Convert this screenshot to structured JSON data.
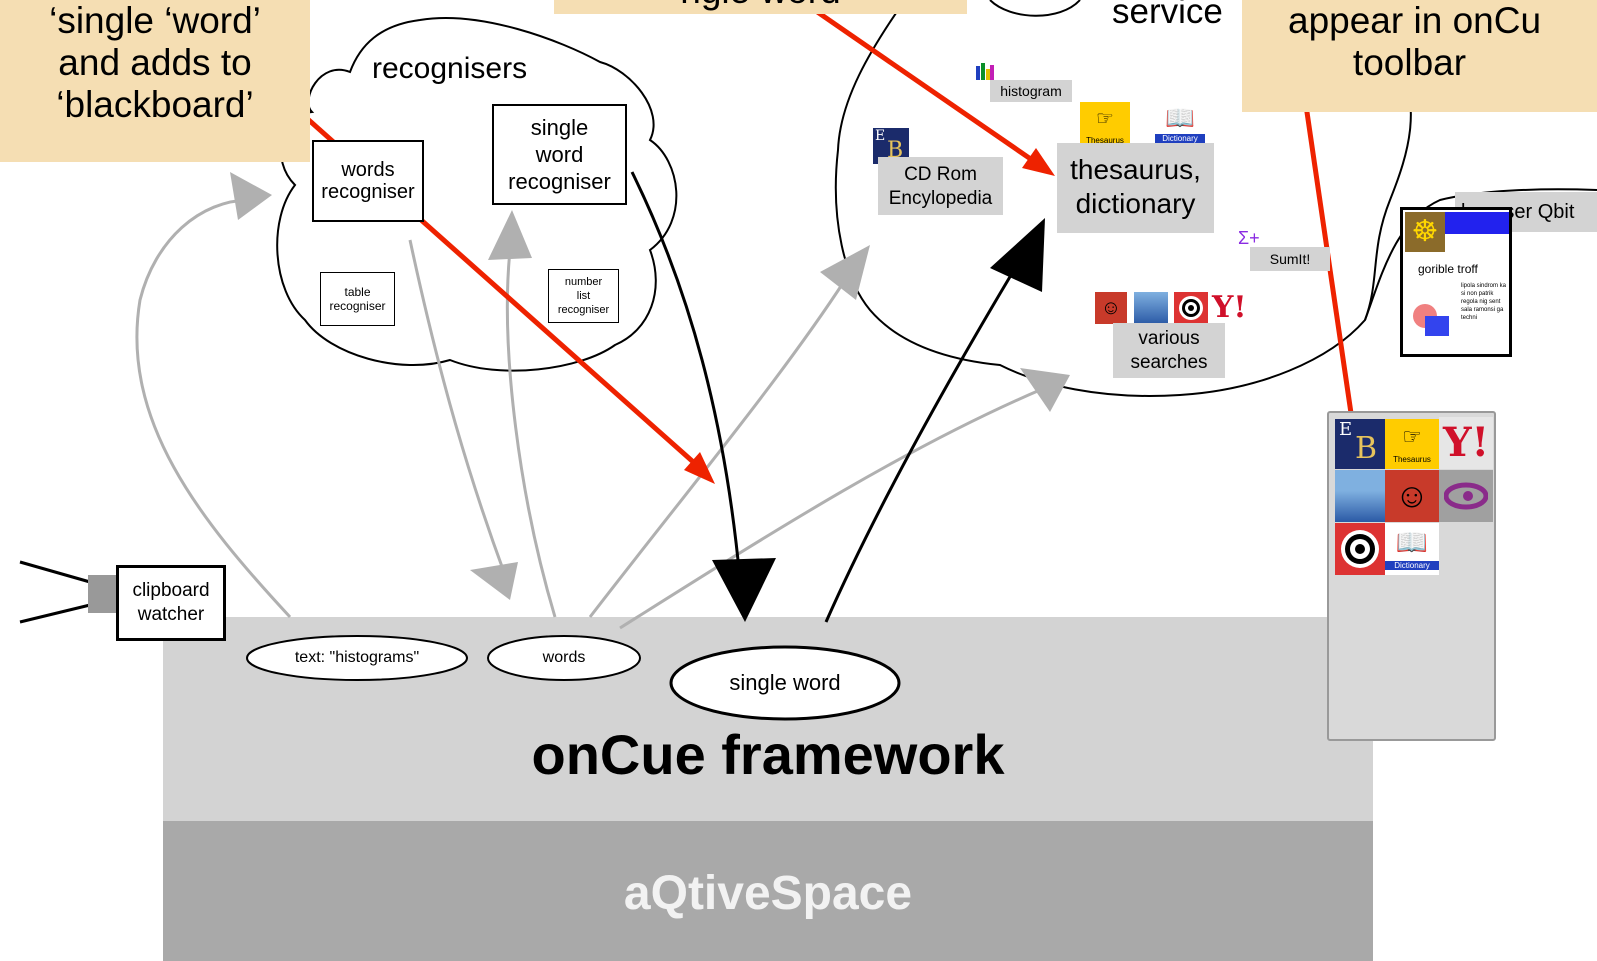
{
  "callouts": {
    "left": [
      "‘single ‘word’",
      "and adds to",
      "‘blackboard’"
    ],
    "center": "ngle word",
    "right": [
      "appear in onCu",
      "toolbar"
    ]
  },
  "clouds": {
    "recognisers": "recognisers",
    "services": "service"
  },
  "recognisers": {
    "words": [
      "words",
      "recogniser"
    ],
    "single_word": [
      "single",
      "word",
      "recogniser"
    ],
    "table": [
      "table",
      "recogniser"
    ],
    "number_list": [
      "number",
      "list",
      "recogniser"
    ]
  },
  "services": {
    "histogram": "histogram",
    "cdrom": [
      "CD Rom",
      "Encylopedia"
    ],
    "thesaurus": [
      "thesaurus,",
      "dictionary"
    ],
    "sumit": "SumIt!",
    "searches": [
      "various",
      "searches"
    ],
    "icon_thesaurus": "Thesaurus",
    "icon_dictionary": "Dictionary"
  },
  "qbit": {
    "title": "browser Qbit",
    "card_title": "gorible troff",
    "card_text": "lipola sindrom ka si non patrik regola nig sent sala ramonsi ga techni"
  },
  "toolbar": {
    "thesaurus_label": "Thesaurus",
    "dictionary_label": "Dictionary"
  },
  "clipboard": [
    "clipboard",
    "watcher"
  ],
  "ovals": {
    "text": "text: \"histograms\"",
    "words": "words",
    "single_word": "single word"
  },
  "layers": {
    "oncue": "onCue framework",
    "aqtive": "aQtiveSpace"
  },
  "colors": {
    "callout": "#f5deb3",
    "red_arrow": "#ee2200",
    "grey_arrow": "#b0b0b0",
    "oncue_band": "#d3d3d3",
    "aqtive_band": "#a9a9a9",
    "toolbar_bg": "#d9d9d9"
  }
}
